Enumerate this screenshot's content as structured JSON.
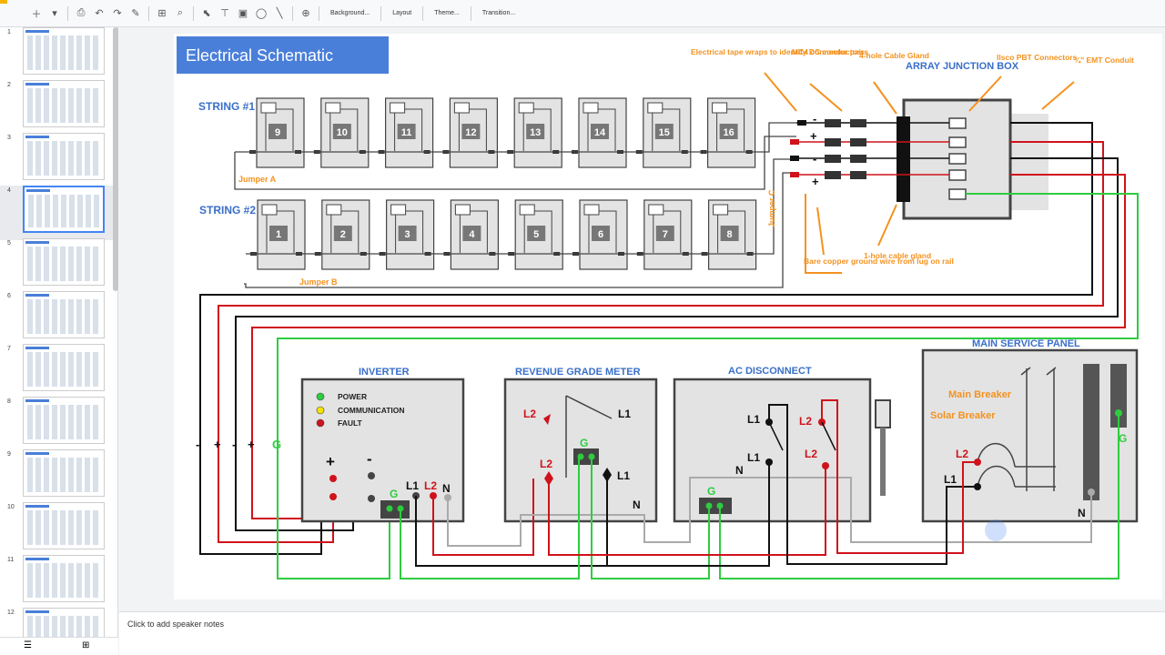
{
  "toolbar": {
    "items": [
      "Background...",
      "Layout",
      "Theme...",
      "Transition..."
    ]
  },
  "filmstrip": {
    "slides": [
      "1",
      "2",
      "3",
      "4",
      "5",
      "6",
      "7",
      "8",
      "9",
      "10",
      "11",
      "12"
    ],
    "selected": "4"
  },
  "notes": {
    "placeholder": "Click to add speaker notes"
  },
  "slide": {
    "title": "Electrical Schematic",
    "string1": "STRING #1",
    "string2": "STRING #2",
    "panels_top": [
      "9",
      "10",
      "11",
      "12",
      "13",
      "14",
      "15",
      "16"
    ],
    "panels_bottom": [
      "1",
      "2",
      "3",
      "4",
      "5",
      "6",
      "7",
      "8"
    ],
    "jumper_a": "Jumper A",
    "jumper_b": "Jumper B",
    "jumper_c": "Jumper C",
    "callout_tape": "Electrical tape wraps to identify DC conductors",
    "callout_mc4": "MC4 connector pairs",
    "callout_gland4": "4-hole Cable Gland",
    "callout_jbox": "ARRAY JUNCTION BOX",
    "callout_ilsco": "Ilsco PBT Connectors",
    "callout_emt": "¾\" EMT Conduit",
    "callout_ground": "Bare copper ground wire from lug on rail",
    "callout_gland1": "1-hole cable gland",
    "inverter": {
      "title": "INVERTER",
      "power": "POWER",
      "communication": "COMMUNICATION",
      "fault": "FAULT",
      "plus": "+",
      "minus": "-",
      "g": "G",
      "l1": "L1",
      "l2": "L2",
      "n": "N"
    },
    "meter": {
      "title": "REVENUE GRADE METER",
      "l2": "L2",
      "l1": "L1",
      "g": "G",
      "n": "N"
    },
    "disconnect": {
      "title": "AC DISCONNECT",
      "l1": "L1",
      "l2": "L2",
      "g": "G",
      "n": "N"
    },
    "panel": {
      "title": "MAIN SERVICE PANEL",
      "main_breaker": "Main Breaker",
      "solar_breaker": "Solar Breaker",
      "l2": "L2",
      "l1": "L1",
      "n": "N",
      "g": "G"
    },
    "wire_labels": {
      "m1": "-",
      "p1": "+",
      "m2": "-",
      "p2": "+",
      "g": "G"
    },
    "dc_signs": {
      "minus_a": "-",
      "plus_a": "+",
      "minus_b": "-",
      "plus_b": "+"
    }
  },
  "colors": {
    "title_blue": "#4a7fd9",
    "label_blue": "#3a6fc8",
    "orange": "#f4921f",
    "red": "#d0121b",
    "green": "#2ecc40",
    "grey_box": "#e3e3e3"
  }
}
